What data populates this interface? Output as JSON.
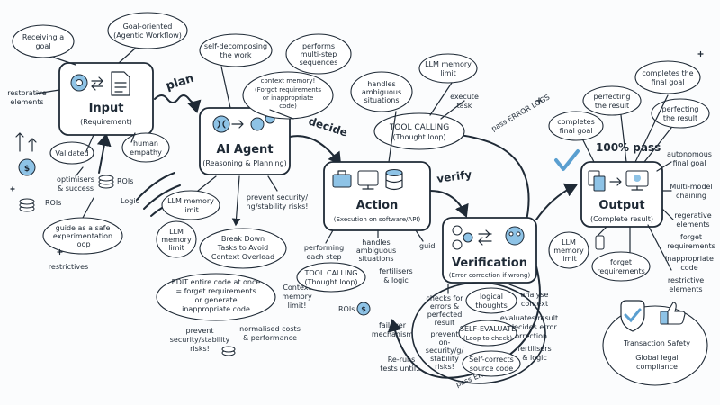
{
  "nodes": {
    "input": {
      "title": "Input",
      "subtitle": "(Requirement)"
    },
    "agent": {
      "title": "AI Agent",
      "subtitle": "(Reasoning & Planning)"
    },
    "action": {
      "title": "Action",
      "subtitle": "(Execution on software/API)"
    },
    "verification": {
      "title": "Verification",
      "subtitle": "(Error correction if wrong)"
    },
    "output": {
      "title": "Output",
      "subtitle": "(Complete result)"
    }
  },
  "arrows": {
    "plan": "plan",
    "decide": "decide",
    "verify": "verify",
    "pass_error_logs_top": "pass ERROR LOGS",
    "pass_error_logs_bottom": "pass ERROR LOGS",
    "pass_100": "100% pass"
  },
  "input_notes": {
    "receiving_goal": [
      "Receiving a",
      "goal"
    ],
    "goal_oriented": [
      "Goal-oriented",
      "(Agentic Workflow)"
    ],
    "restorative": [
      "restorative",
      "elements"
    ],
    "validated": "Validated",
    "human_empathy": [
      "human",
      "empathy"
    ],
    "optimisers": [
      "optimisers",
      "& success"
    ],
    "rois_1": "ROIs",
    "rois_2": "ROIs",
    "logic": "Logic",
    "guide": [
      "guide as a safe",
      "experimentation",
      "loop"
    ],
    "restrictives": "restrictives"
  },
  "agent_notes": {
    "self_decomposing": [
      "self-decomposing",
      "the work"
    ],
    "multi_step": [
      "performs",
      "multi-step",
      "sequences"
    ],
    "context_memory": [
      "context memory!",
      "(Forgot requirements",
      "or inappropriate",
      "code)"
    ],
    "llm_memory_1": [
      "LLM memory",
      "limit"
    ],
    "llm_memory_2": [
      "LLM",
      "memory",
      "limit"
    ],
    "prevent_security": [
      "prevent security/",
      "ng/stability risks!"
    ],
    "break_down": [
      "Break Down",
      "Tasks to Avoid",
      "Context Overload"
    ],
    "edit_entire": [
      "EDIT entire code at once",
      "= forget requirements",
      "or generate",
      "inappropriate code"
    ],
    "context_memory_limit": [
      "Context",
      "memory",
      "limit!"
    ],
    "prevent_risks": [
      "prevent",
      "security/stability",
      "risks!"
    ],
    "normalised": [
      "normalised costs",
      "& performance"
    ]
  },
  "action_notes": {
    "handles_top": [
      "handles",
      "ambiguous",
      "situations"
    ],
    "llm_memory_top": [
      "LLM memory",
      "limit"
    ],
    "execute_task": [
      "execute",
      "task"
    ],
    "tool_calling_top": [
      "TOOL CALLING",
      "(Thought loop)"
    ],
    "performing": [
      "performing",
      "each step"
    ],
    "handles_mid": [
      "handles",
      "ambiguous",
      "situations"
    ],
    "guid": "guid",
    "tool_calling_bottom": [
      "TOOL CALLING",
      "(Thought loop)"
    ],
    "fertilisers": [
      "fertilisers",
      "& logic"
    ],
    "rois": "ROIs"
  },
  "verification_notes": {
    "checks": [
      "checks for",
      "errors &",
      "perfected",
      "result"
    ],
    "logical": [
      "logical",
      "thoughts"
    ],
    "analyse": [
      "analyse",
      "context"
    ],
    "evaluates": [
      "evaluates result",
      "& decides error",
      "correction"
    ],
    "prevent": [
      "prevent",
      "on-",
      "security/g/",
      "stability",
      "risks!"
    ],
    "self_evaluate": [
      "SELF-EVALUATE",
      "(Loop to check)"
    ],
    "fertilisers": [
      "fertilisers",
      "& logic"
    ],
    "self_corrects": [
      "Self-corrects",
      "source code"
    ],
    "failover": [
      "failover",
      "mechanism"
    ],
    "reruns": [
      "Re-runs",
      "tests until..."
    ]
  },
  "output_notes": {
    "completes_top": [
      "completes the",
      "final goal"
    ],
    "perfecting_1": [
      "perfecting",
      "the result"
    ],
    "perfecting_2": [
      "perfecting",
      "the result"
    ],
    "completes_left": [
      "completes",
      "final goal"
    ],
    "autonomous": [
      "autonomous",
      "final goal"
    ],
    "multi_model": [
      "Multi-model",
      "chaining"
    ],
    "regerative": [
      "regerative",
      "elements"
    ],
    "forget_right": [
      "forget",
      "requirements"
    ],
    "inappropriate": [
      "inappropriate",
      "code"
    ],
    "restrictive": [
      "restrictive",
      "elements"
    ],
    "llm_memory": [
      "LLM",
      "memory",
      "limit"
    ],
    "forget_req": [
      "forget",
      "requirements"
    ],
    "transaction": "Transaction Safety",
    "global_legal": [
      "Global legal",
      "compliance"
    ]
  },
  "icons": [
    "gear-icon",
    "document-icon",
    "brain-icon",
    "toolbox-icon",
    "monitor-icon",
    "database-icon",
    "dollar-coin-icon",
    "checkmark-icon",
    "thumbs-up-icon",
    "shield-icon",
    "robot-icon",
    "scale-icon"
  ],
  "colors": {
    "ink": "#1f2a36",
    "accent_blue": "#8ec3e6",
    "paper": "#fbfcfd"
  }
}
